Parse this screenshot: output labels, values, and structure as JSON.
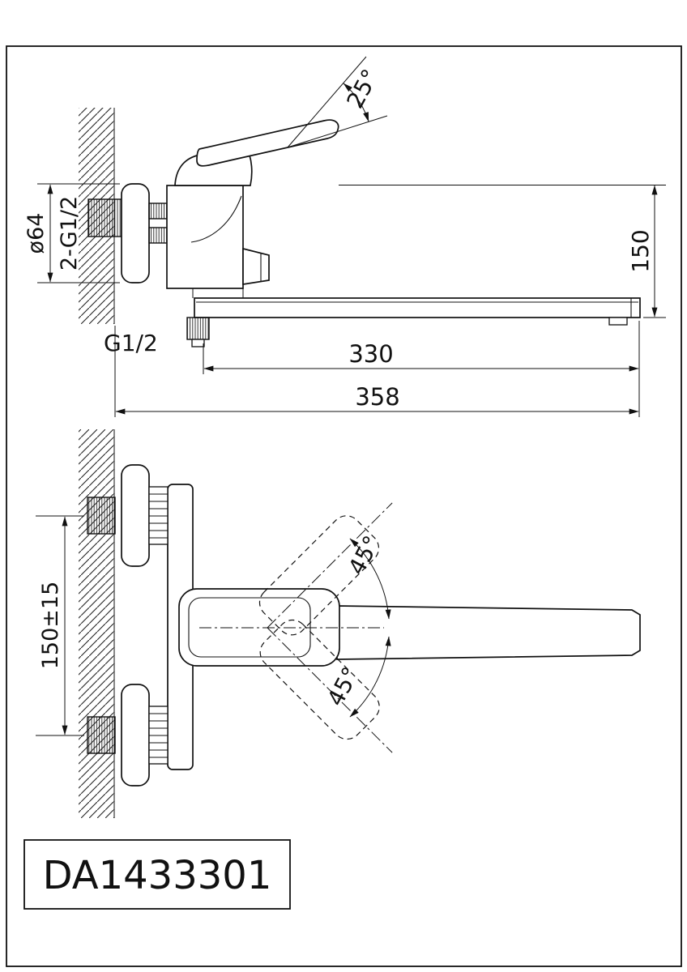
{
  "drawing": {
    "side_view": {
      "handle_angle": "25°",
      "escutcheon_diameter": "ø64",
      "wall_thread": "2-G1/2",
      "height": "150",
      "outlet_thread": "G1/2",
      "spout_reach": "330",
      "total_reach": "358"
    },
    "plan_view": {
      "supply_centers": "150±15",
      "swing_upper": "45°",
      "swing_lower": "45°"
    },
    "title_block": {
      "model": "DA1433301"
    }
  }
}
